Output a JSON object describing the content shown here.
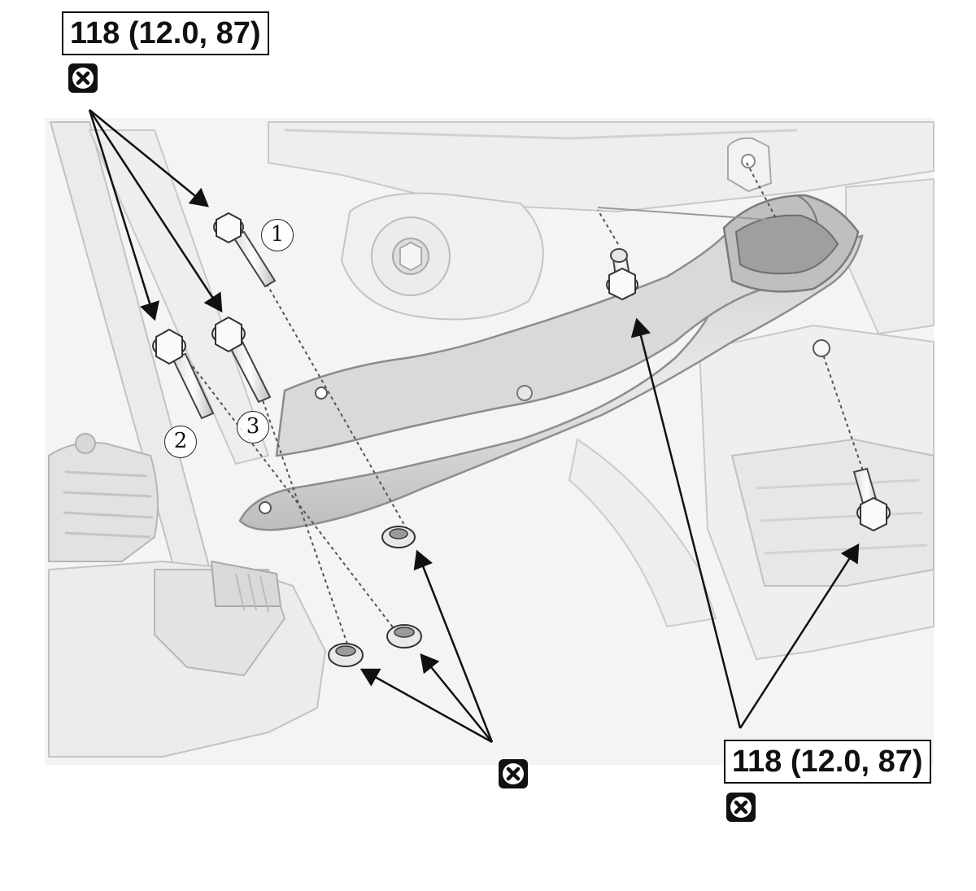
{
  "torque_specs": [
    {
      "value": "118 (12.0, 87)",
      "replace_icon": "x-replace-icon"
    },
    {
      "value": "118 (12.0, 87)",
      "replace_icon": "x-replace-icon"
    }
  ],
  "callouts": [
    "1",
    "2",
    "3"
  ],
  "icons": {
    "replace_parts": "x-replace-icon"
  },
  "colors": {
    "line": "#111111",
    "part_fill": "#f2f2f2",
    "part_stroke": "#9a9a9a",
    "shade": "#e4e4e4"
  }
}
